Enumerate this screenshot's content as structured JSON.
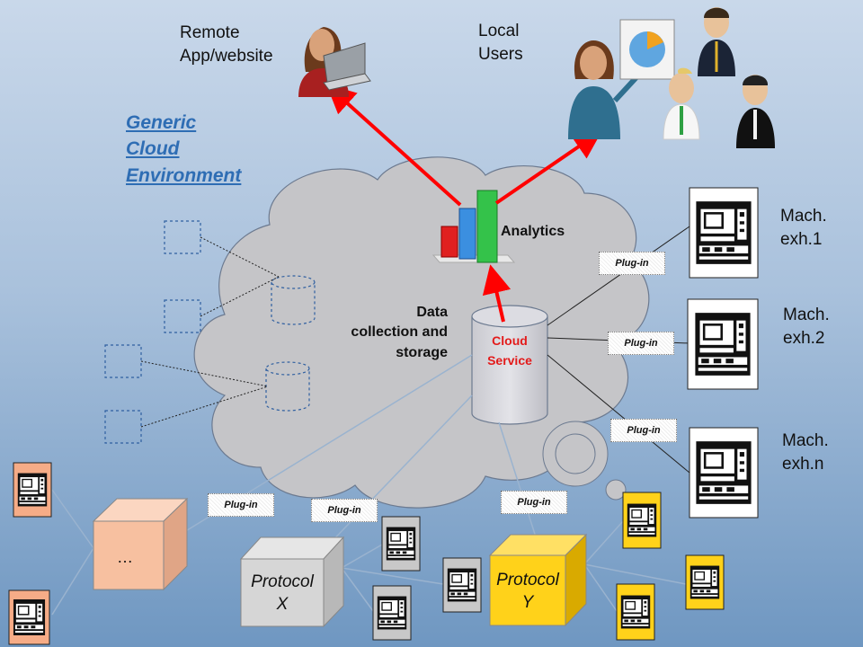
{
  "labels": {
    "remote": [
      "Remote",
      "App/website"
    ],
    "local": [
      "Local",
      "Users"
    ],
    "generic": [
      "Generic",
      "Cloud",
      "Environment"
    ],
    "analytics": "Analytics",
    "data": [
      "Data",
      "collection and",
      "storage"
    ],
    "cloud_service": [
      "Cloud",
      "Service"
    ],
    "mach1": [
      "Mach.",
      "exh.1"
    ],
    "mach2": [
      "Mach.",
      "exh.2"
    ],
    "machn": [
      "Mach.",
      "exh.n"
    ],
    "protocol_x": [
      "Protocol",
      "X"
    ],
    "protocol_y": [
      "Protocol",
      "Y"
    ],
    "ellipsis": "…",
    "plugin": "Plug-in"
  },
  "colors": {
    "arrow": "#ff0000",
    "box_orange": "#f7c0a0",
    "box_gray": "#d6d6d6",
    "box_yellow": "#ffd21a",
    "machine_orange": "#f6ac87",
    "machine_gray": "#c8c8c8",
    "machine_yellow": "#ffd21a"
  }
}
